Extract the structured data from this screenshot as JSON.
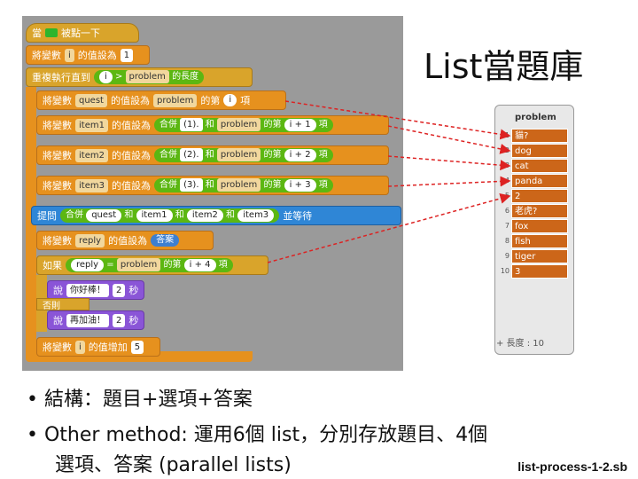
{
  "slide": {
    "title": "List當題庫",
    "bullets": [
      "結構：題目+選項+答案",
      "Other method: 運用6個 list，分別存放題目、4個",
      "選項、答案 (parallel lists)"
    ],
    "source": "list-process-1-2.sb"
  },
  "script": {
    "hat": {
      "prefix": "當",
      "suffix": "被點一下"
    },
    "set_i": {
      "label": "將變數",
      "var": "i",
      "mid": "的值設為",
      "value": "1"
    },
    "repeat": {
      "label": "重複執行直到",
      "var": "i",
      "op": ">",
      "list": "problem",
      "tail": "的長度"
    },
    "set_quest": {
      "label": "將變數",
      "var": "quest",
      "mid": "的值設為",
      "list": "problem",
      "item_of": "的第",
      "idx": "i",
      "item": "項"
    },
    "set_item1": {
      "label": "將變數",
      "var": "item1",
      "mid": "的值設為",
      "join": "合併",
      "text": "(1).",
      "and": "和",
      "list": "problem",
      "item_of": "的第",
      "idx": "i",
      "plus": "+",
      "num": "1",
      "item": "項"
    },
    "set_item2": {
      "label": "將變數",
      "var": "item2",
      "mid": "的值設為",
      "join": "合併",
      "text": "(2).",
      "and": "和",
      "list": "problem",
      "item_of": "的第",
      "idx": "i",
      "plus": "+",
      "num": "2",
      "item": "項"
    },
    "set_item3": {
      "label": "將變數",
      "var": "item3",
      "mid": "的值設為",
      "join": "合併",
      "text": "(3).",
      "and": "和",
      "list": "problem",
      "item_of": "的第",
      "idx": "i",
      "plus": "+",
      "num": "3",
      "item": "項"
    },
    "ask": {
      "label": "提問",
      "join": "合併",
      "quest": "quest",
      "and": "和",
      "item1": "item1",
      "item2": "item2",
      "item3": "item3",
      "tail": "並等待"
    },
    "set_reply": {
      "label": "將變數",
      "var": "reply",
      "mid": "的值設為",
      "value": "答案"
    },
    "if": {
      "label": "如果",
      "var": "reply",
      "eq": "=",
      "list": "problem",
      "item_of": "的第",
      "idx": "i",
      "plus": "+",
      "num": "4",
      "item": "項"
    },
    "say_yes": {
      "label": "說",
      "text": "你好棒！",
      "secs": "2",
      "unit": "秒"
    },
    "else": "否則",
    "say_no": {
      "label": "說",
      "text": "再加油！",
      "secs": "2",
      "unit": "秒"
    },
    "change_i": {
      "label": "將變數",
      "var": "i",
      "mid": "的值增加",
      "value": "5"
    }
  },
  "list_monitor": {
    "name": "problem",
    "items": [
      "貓?",
      "dog",
      "cat",
      "panda",
      "2",
      "老虎?",
      "fox",
      "fish",
      "tiger",
      "3"
    ],
    "footer": "+ 長度 : 10"
  },
  "colors": {
    "arrow": "#dd2222",
    "list_item": "#cc6619",
    "motion_blue": "#2f86d6",
    "var_orange": "#e6911e"
  }
}
